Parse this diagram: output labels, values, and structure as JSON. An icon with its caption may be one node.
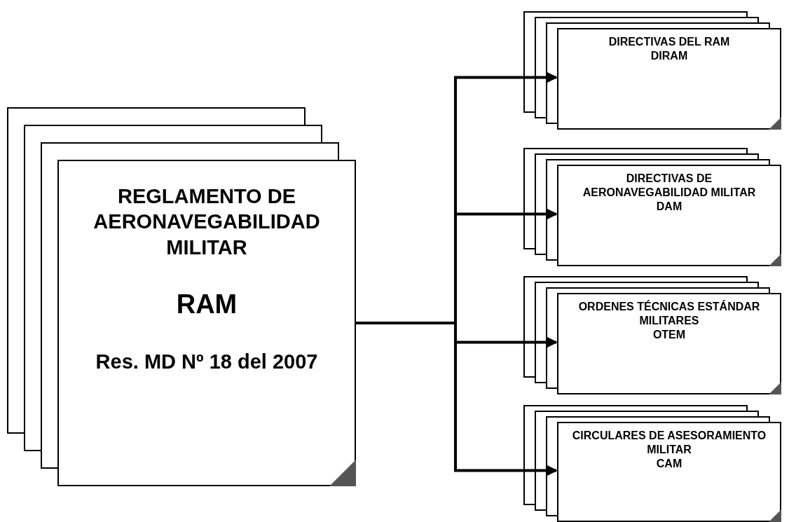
{
  "diagram": {
    "nodes": [
      {
        "text": [
          "REGLAMENTO DE AERONAVEGABILIDAD MILITAR",
          "RAM",
          "Res. MD Nº 18 del 2007"
        ]
      },
      {
        "text": [
          "DIRECTIVAS DEL RAM",
          "DIRAM"
        ]
      },
      {
        "text": [
          "DIRECTIVAS DE AERONAVEGABILIDAD MILITAR",
          "DAM"
        ]
      },
      {
        "text": [
          "ORDENES TÉCNICAS ESTÁNDAR MILITARES",
          "OTEM"
        ]
      },
      {
        "text": [
          "CIRCULARES DE ASESORAMIENTO MILITAR",
          "CAM"
        ]
      }
    ],
    "edges": [
      {
        "from": 0,
        "to": 1,
        "arrow": "to"
      },
      {
        "from": 0,
        "to": 2,
        "arrow": "to"
      },
      {
        "from": 0,
        "to": 3,
        "arrow": "to"
      },
      {
        "from": 0,
        "to": 4,
        "arrow": "to"
      }
    ]
  }
}
